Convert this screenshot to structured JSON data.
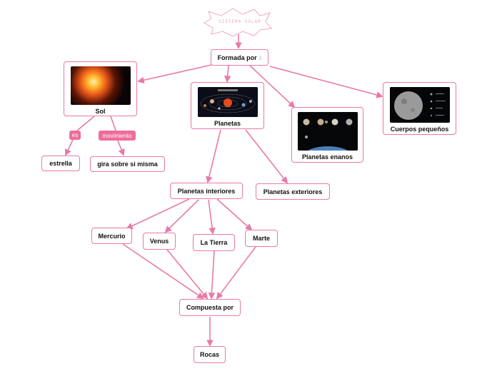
{
  "colors": {
    "accent": "#e87aa8",
    "tag": "#ee6d9b"
  },
  "title": "SISTEMA SOLAR",
  "nodes": {
    "formada_por": "Formada por",
    "sol": "Sol",
    "planetas": "Planetas",
    "planetas_enanos": "Planetas enanos",
    "cuerpos_pequenos": "Cuerpos pequeños",
    "estrella": "estrella",
    "gira": "gira sobre si misma",
    "interiores": "Planetas interiores",
    "exteriores": "Planetas exteriores",
    "mercurio": "Mercurio",
    "venus": "Venus",
    "tierra": "La Tierra",
    "marte": "Marte",
    "compuesta_por": "Compuesta por",
    "rocas": "Rocas"
  },
  "tags": {
    "es": "es",
    "movimiento": "movimiento"
  }
}
